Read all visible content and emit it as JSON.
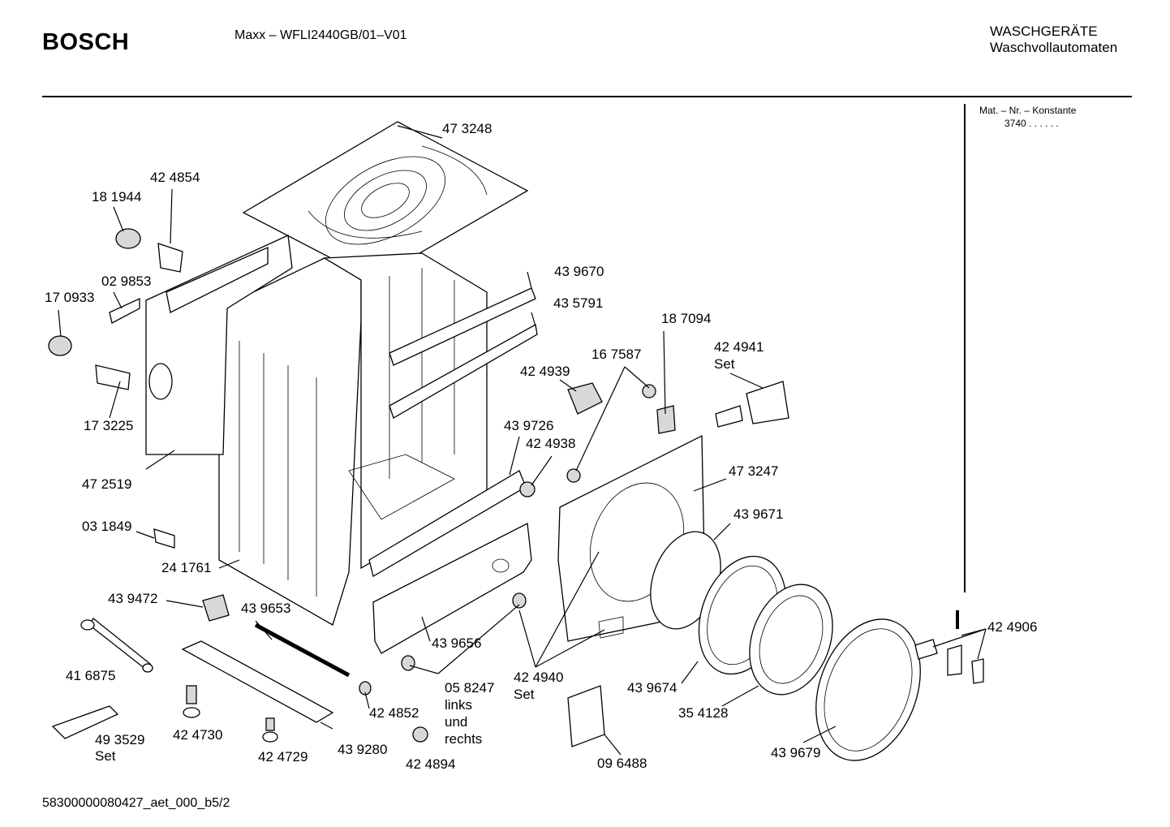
{
  "header": {
    "brand": "BOSCH",
    "model": "Maxx – WFLI2440GB/01–V01",
    "category_line1": "WASCHGERÄTE",
    "category_line2": "Waschvollautomaten"
  },
  "sidebar": {
    "mat_label": "Mat. – Nr. – Konstante",
    "mat_value": "3740  .  .   .  .  .  ."
  },
  "footer": {
    "doc_id": "58300000080427_aet_000_b5/2"
  },
  "labels": {
    "p473248": "47 3248",
    "p424854": "42 4854",
    "p181944": "18 1944",
    "p029853": "02 9853",
    "p170933": "17 0933",
    "p173225": "17 3225",
    "p472519": "47 2519",
    "p031849": "03 1849",
    "p241761": "24 1761",
    "p439472": "43 9472",
    "p439653": "43 9653",
    "p416875": "41 6875",
    "p493529": "49 3529",
    "set_a": "Set",
    "p424730": "42 4730",
    "p424729": "42 4729",
    "p439280": "43 9280",
    "p424894": "42 4894",
    "p424852": "42 4852",
    "p439656": "43 9656",
    "p058247": "05 8247",
    "links": "links",
    "und": "und",
    "rechts": "rechts",
    "p439670": "43 9670",
    "p435791": "43 5791",
    "p187094": "18 7094",
    "p167587": "16 7587",
    "p424941": "42 4941",
    "set_b": "Set",
    "p424939": "42 4939",
    "p439726": "43 9726",
    "p424938": "42 4938",
    "p473247": "47 3247",
    "p439671": "43 9671",
    "p424940": "42 4940",
    "set_c": "Set",
    "p439674": "43 9674",
    "p354128": "35 4128",
    "p096488": "09 6488",
    "p439679": "43 9679",
    "p424906": "42 4906"
  }
}
